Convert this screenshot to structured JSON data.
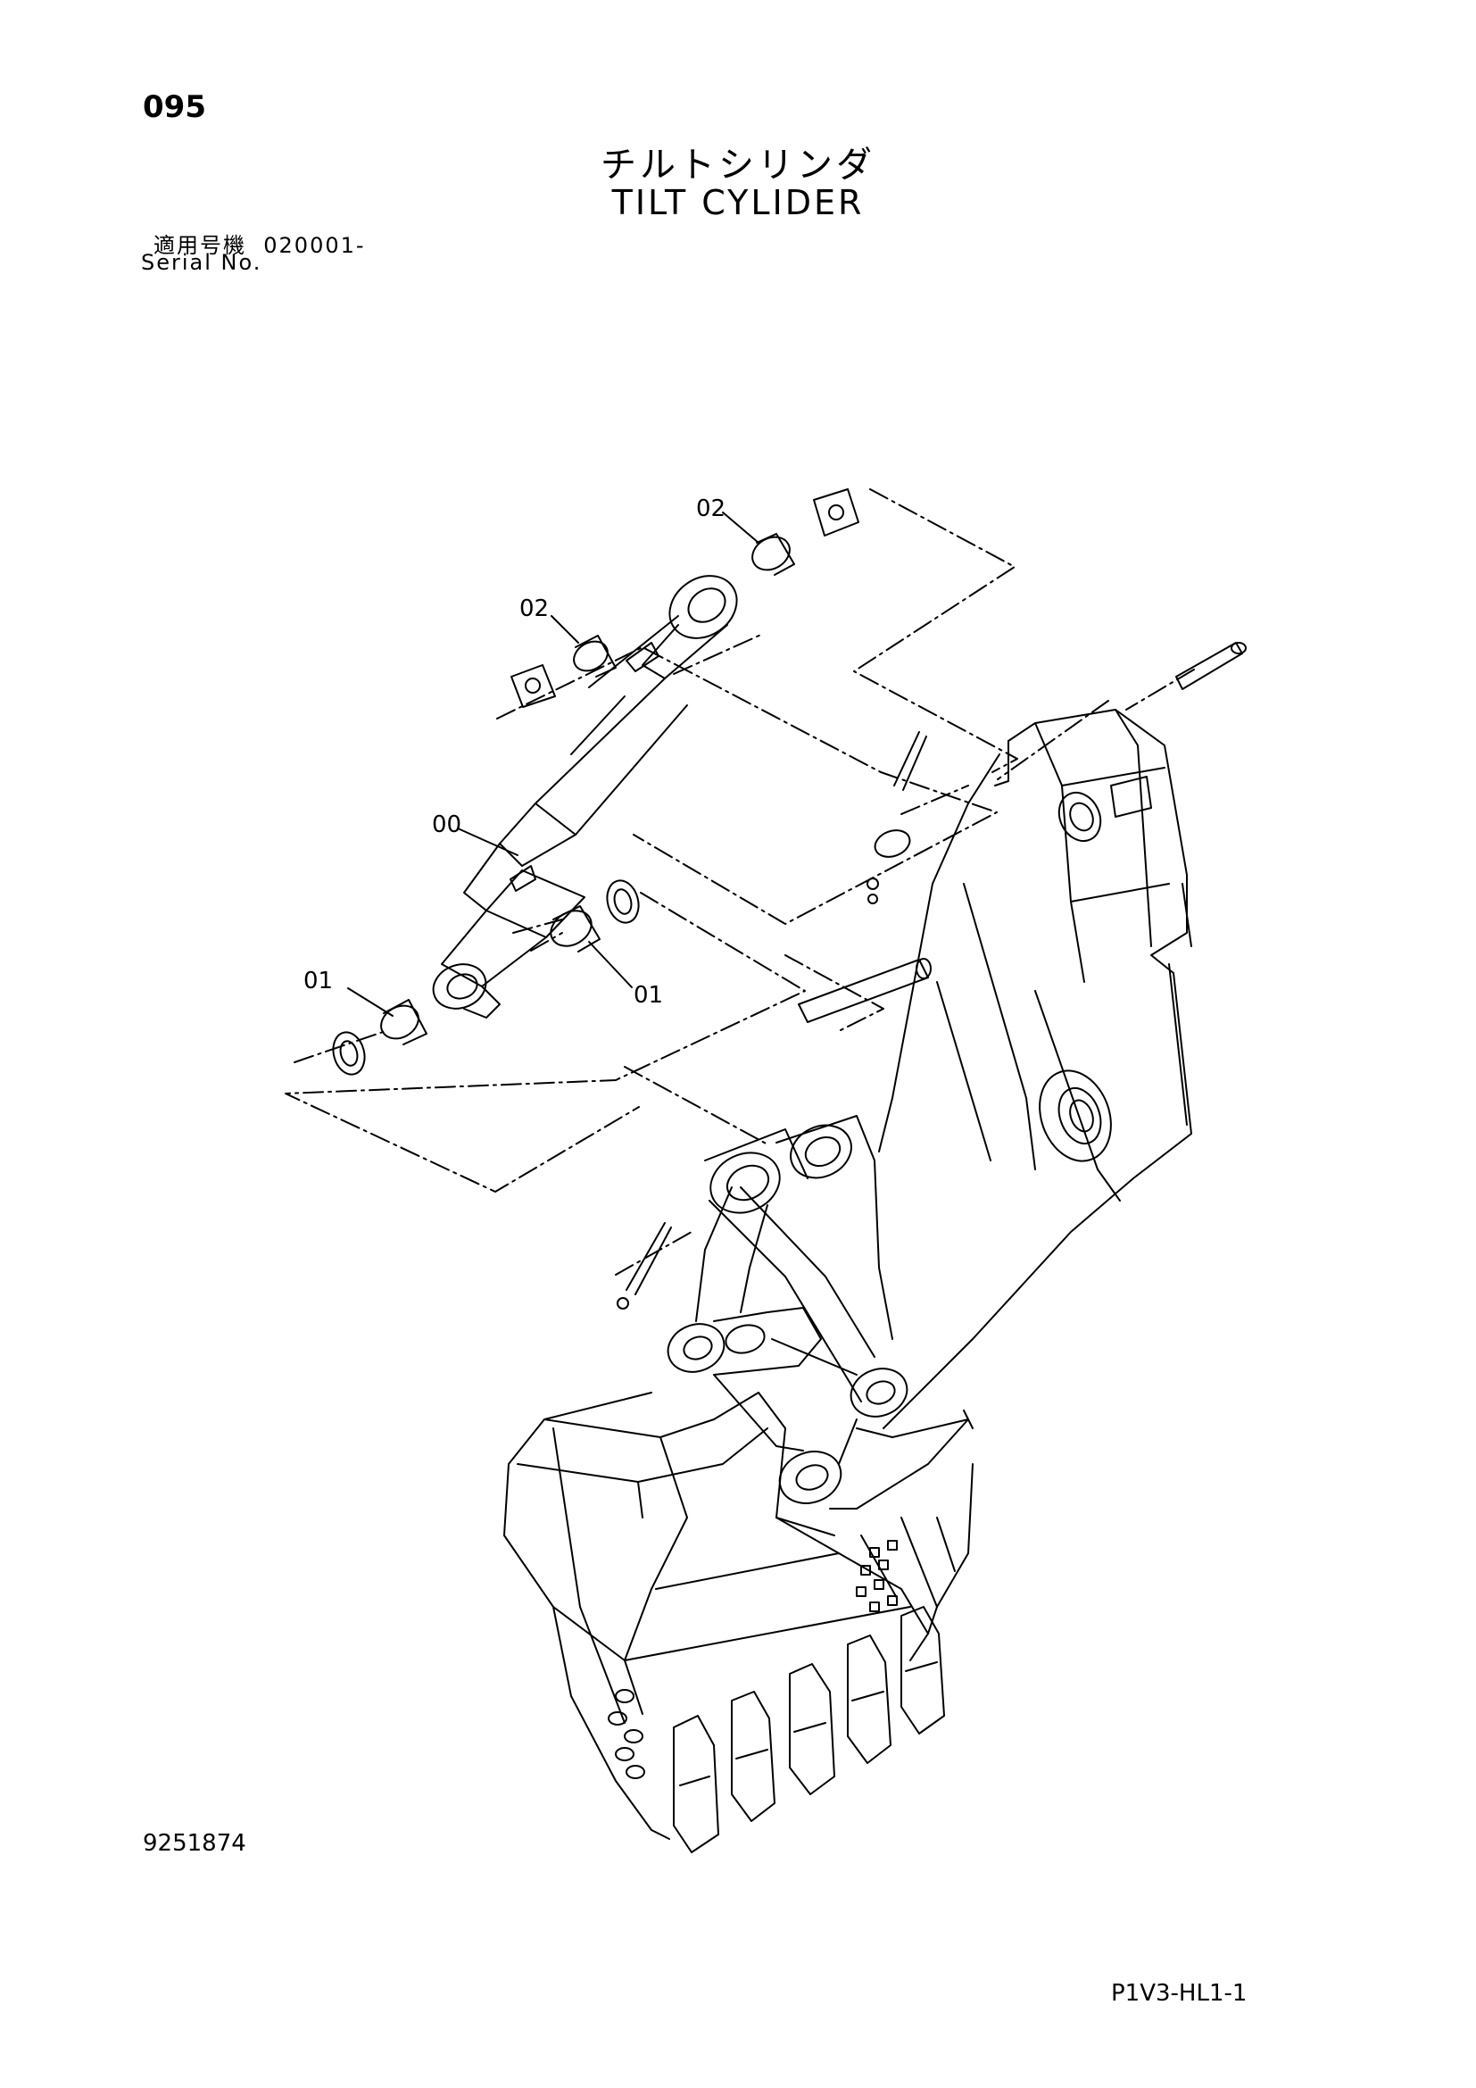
{
  "header": {
    "page_number": "095",
    "title_jp": "チルトシリンダ",
    "title_en": "TILT CYLIDER",
    "serial_label_jp": "適用号機",
    "serial_value": "020001-",
    "serial_label_en": "Serial No."
  },
  "callouts": {
    "c00": "00",
    "c01_left": "01",
    "c01_right": "01",
    "c02_top": "02",
    "c02_mid": "02"
  },
  "footer": {
    "document_number": "9251874",
    "page_code": "P1V3-HL1-1"
  }
}
